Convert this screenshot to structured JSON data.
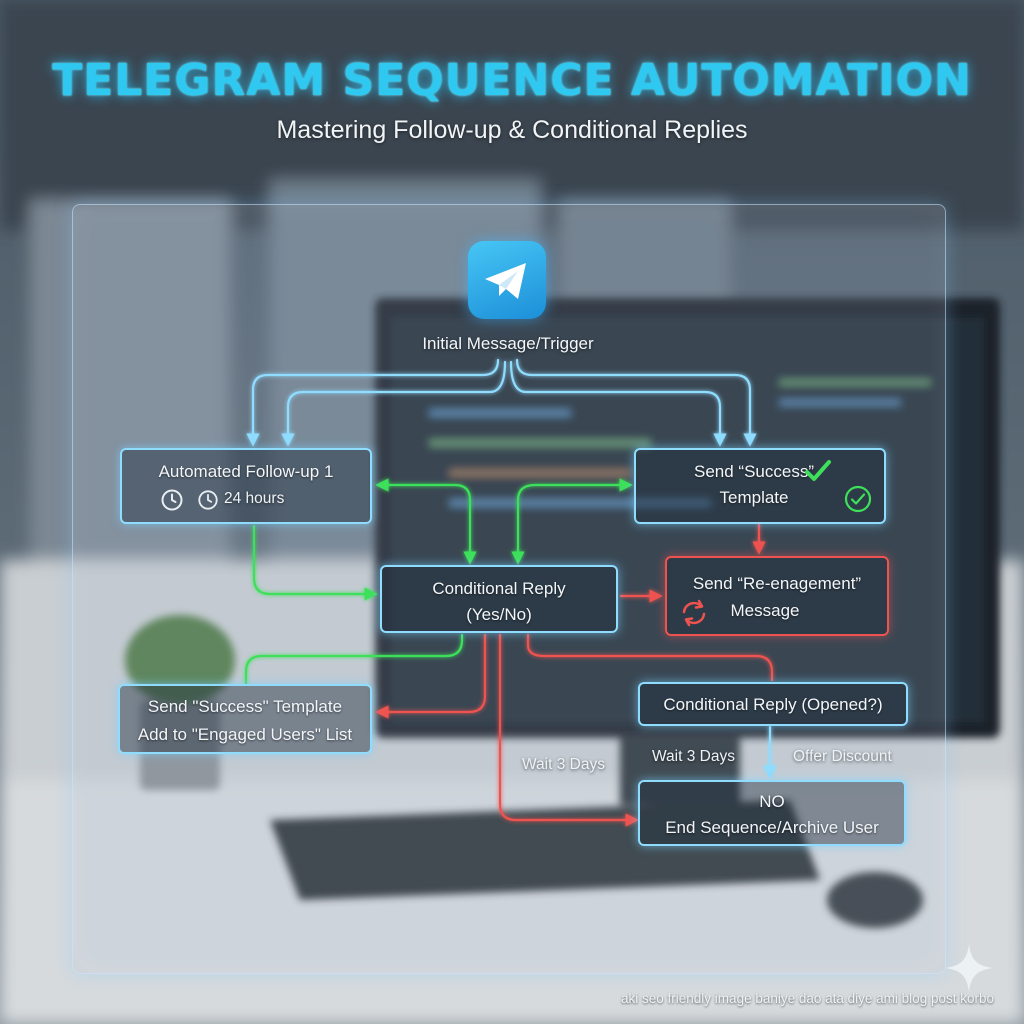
{
  "title": "TELEGRAM SEQUENCE AUTOMATION",
  "subtitle": "Mastering Follow-up & Conditional Replies",
  "icons": {
    "logo": "telegram-paper-plane-icon",
    "clock": "clock-icon",
    "check": "checkmark-icon",
    "check_circle": "check-circle-icon",
    "refresh": "refresh-icon",
    "sparkle": "sparkle-icon"
  },
  "colors": {
    "title": "#2ec8f0",
    "blue_connector": "#8fdcff",
    "green_connector": "#3ee05a",
    "red_connector": "#ef5350"
  },
  "trigger": "Initial Message/Trigger",
  "nodes": {
    "followup": {
      "title": "Automated Follow-up 1",
      "delay": "24 hours"
    },
    "success_template": {
      "line1": "Send “Success”",
      "line2": "Template"
    },
    "conditional": {
      "line1": "Conditional Reply",
      "line2": "(Yes/No)"
    },
    "reengagement": {
      "line1": "Send “Re-enagement”",
      "line2": "Message"
    },
    "success_engaged": {
      "line1": "Send \"Success\" Template",
      "line2": "Add to \"Engaged Users\" List"
    },
    "opened": {
      "label": "Conditional Reply (Opened?)"
    },
    "end": {
      "line1": "NO",
      "line2": "End Sequence/Archive User"
    }
  },
  "labels": {
    "wait_left": "Wait 3 Days",
    "wait_right": "Wait 3 Days",
    "offer": "Offer Discount"
  },
  "footer": "aki seo friendly image baniye dao ata diye ami blog post korbo"
}
